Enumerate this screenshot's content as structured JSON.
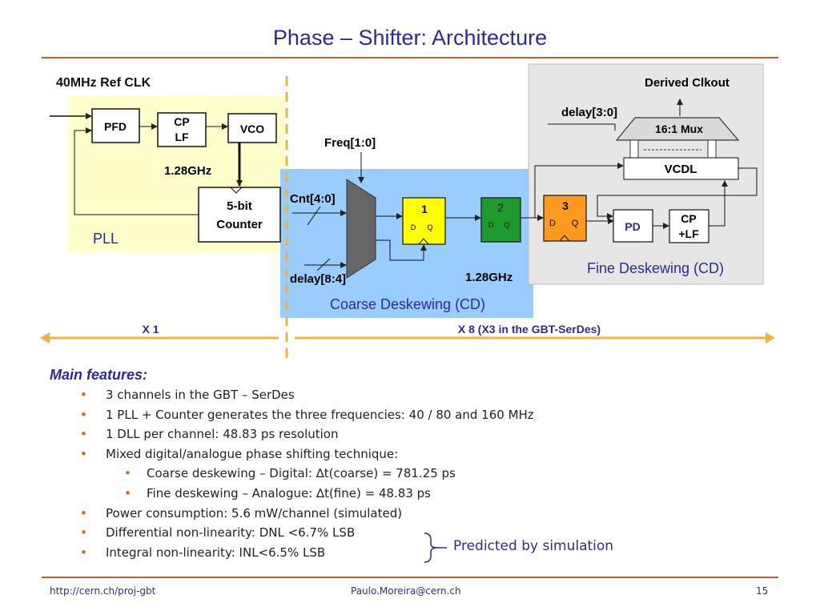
{
  "title": "Phase – Shifter: Architecture",
  "diagram": {
    "ref_clk": "40MHz Ref CLK",
    "pfd": "PFD",
    "cp_lf_1": "CP",
    "cp_lf_2": "LF",
    "vco": "VCO",
    "freq_vco": "1.28GHz",
    "counter_1": "5-bit",
    "counter_2": "Counter",
    "pll": "PLL",
    "freq_sel": "Freq[1:0]",
    "cnt": "Cnt[4:0]",
    "delay_coarse": "delay[8:4]",
    "ff1_num": "1",
    "ff2_num": "2",
    "ff3_num": "3",
    "ff_d": "D",
    "ff_q": "Q",
    "freq_coarse": "1.28GHz",
    "coarse_label": "Coarse Deskewing (CD)",
    "derived": "Derived Clkout",
    "delay_fine": "delay[3:0]",
    "mux": "16:1 Mux",
    "vcdl": "VCDL",
    "pd": "PD",
    "cp_lf2_1": "CP",
    "cp_lf2_2": "+LF",
    "fine_label": "Fine Deskewing (CD)",
    "x1": "X 1",
    "x8": "X 8 (X3 in the GBT-SerDes)"
  },
  "features": {
    "heading": "Main features:",
    "items": [
      "3 channels in the GBT – SerDes",
      "1 PLL + Counter generates the three frequencies: 40 / 80 and 160 MHz",
      "1 DLL per channel: 48.83 ps resolution",
      "Mixed digital/analogue phase shifting technique:"
    ],
    "subitems": [
      "Coarse deskewing – Digital: ∆t(coarse) = 781.25 ps",
      "Fine deskewing – Analogue: ∆t(fine) = 48.83 ps"
    ],
    "items2": [
      "Power consumption: 5.6 mW/channel (simulated)",
      "Differential non-linearity: DNL <6.7% LSB",
      "Integral non-linearity:  INL<6.5% LSB"
    ],
    "note": "Predicted by simulation"
  },
  "footer": {
    "left": "http://cern.ch/proj-gbt",
    "center": "Paulo.Moreira@cern.ch",
    "page": "15"
  },
  "colors": {
    "title": "#2a2a9c",
    "rule": "#c0602e",
    "pll_bg": "#ffffcc",
    "coarse_bg": "#99ccff",
    "fine_bg": "#e6e6e6",
    "ff1": "#ffff00",
    "ff2": "#1f9a2e",
    "ff3": "#ff9a1f",
    "arrow": "#f0b43c"
  }
}
